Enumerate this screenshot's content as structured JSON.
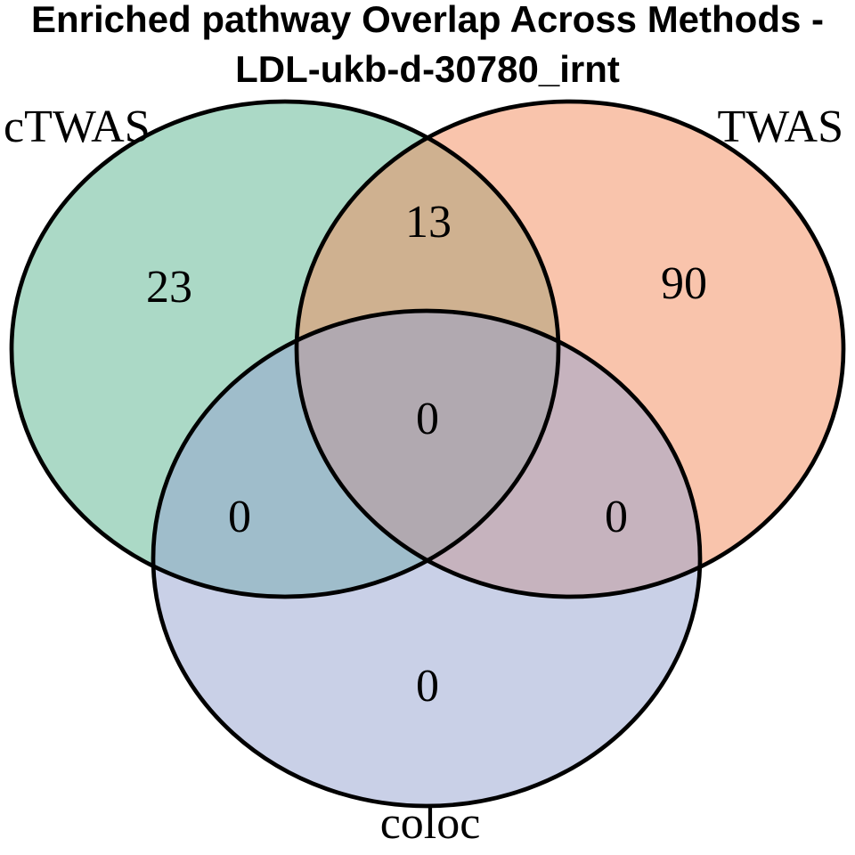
{
  "title": {
    "line1": "Enriched pathway Overlap Across Methods -",
    "line2": "LDL-ukb-d-30780_irnt"
  },
  "venn": {
    "set_labels": {
      "ctwas": "cTWAS",
      "twas": "TWAS",
      "coloc": "coloc"
    },
    "counts": {
      "ctwas_only": "23",
      "twas_only": "90",
      "coloc_only": "0",
      "ctwas_twas": "13",
      "ctwas_coloc": "0",
      "twas_coloc": "0",
      "all_three": "0"
    },
    "colors": {
      "ctwas_fill": "#57B38D",
      "twas_fill": "#F38959",
      "coloc_fill": "#93A1CF",
      "outline": "#000000"
    }
  },
  "chart_data": {
    "type": "venn",
    "title": "Enriched pathway Overlap Across Methods - LDL-ukb-d-30780_irnt",
    "sets": [
      "cTWAS",
      "TWAS",
      "coloc"
    ],
    "regions": [
      {
        "sets": [
          "cTWAS"
        ],
        "value": 23
      },
      {
        "sets": [
          "TWAS"
        ],
        "value": 90
      },
      {
        "sets": [
          "coloc"
        ],
        "value": 0
      },
      {
        "sets": [
          "cTWAS",
          "TWAS"
        ],
        "value": 13
      },
      {
        "sets": [
          "cTWAS",
          "coloc"
        ],
        "value": 0
      },
      {
        "sets": [
          "TWAS",
          "coloc"
        ],
        "value": 0
      },
      {
        "sets": [
          "cTWAS",
          "TWAS",
          "coloc"
        ],
        "value": 0
      }
    ],
    "set_fill_colors": [
      "#57B38D",
      "#F38959",
      "#93A1CF"
    ],
    "fill_opacity": 0.5,
    "outline_color": "#000000",
    "legend_position": "none",
    "grid": false
  }
}
